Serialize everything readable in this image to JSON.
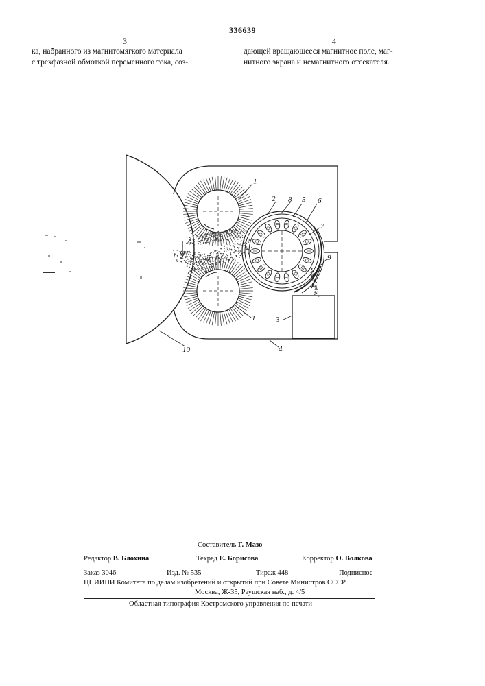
{
  "header": {
    "patent_number": "336639",
    "col_left": "3",
    "col_right": "4"
  },
  "text": {
    "left_lines": [
      "ка, набранного из магнитомягкого материала",
      "с трехфазной обмоткой переменного тока, соз-"
    ],
    "right_lines": [
      "дающей вращающееся магнитное поле, маг-",
      "нитного экрана и немагнитного отсекателя."
    ]
  },
  "figure": {
    "labels": [
      "1",
      "2",
      "8",
      "5",
      "6",
      "7",
      "9",
      "1",
      "3",
      "10",
      "4"
    ]
  },
  "footer": {
    "compiler_label": "Составитель",
    "compiler_name": "Г. Мазо",
    "editor_label": "Редактор",
    "editor_name": "В. Блохина",
    "techred_label": "Техред",
    "techred_name": "Е. Борисова",
    "corrector_label": "Корректор",
    "corrector_name": "О. Волкова",
    "order": "Заказ 3046",
    "izd": "Изд. № 535",
    "tirazh": "Тираж 448",
    "subscription": "Подписное",
    "org_line1": "ЦНИИПИ Комитета по делам изобретений и открытий при Совете Министров СССР",
    "org_line2": "Москва, Ж-35, Раушская наб., д. 4/5",
    "printer": "Областная типография Костромского управления по печати"
  }
}
